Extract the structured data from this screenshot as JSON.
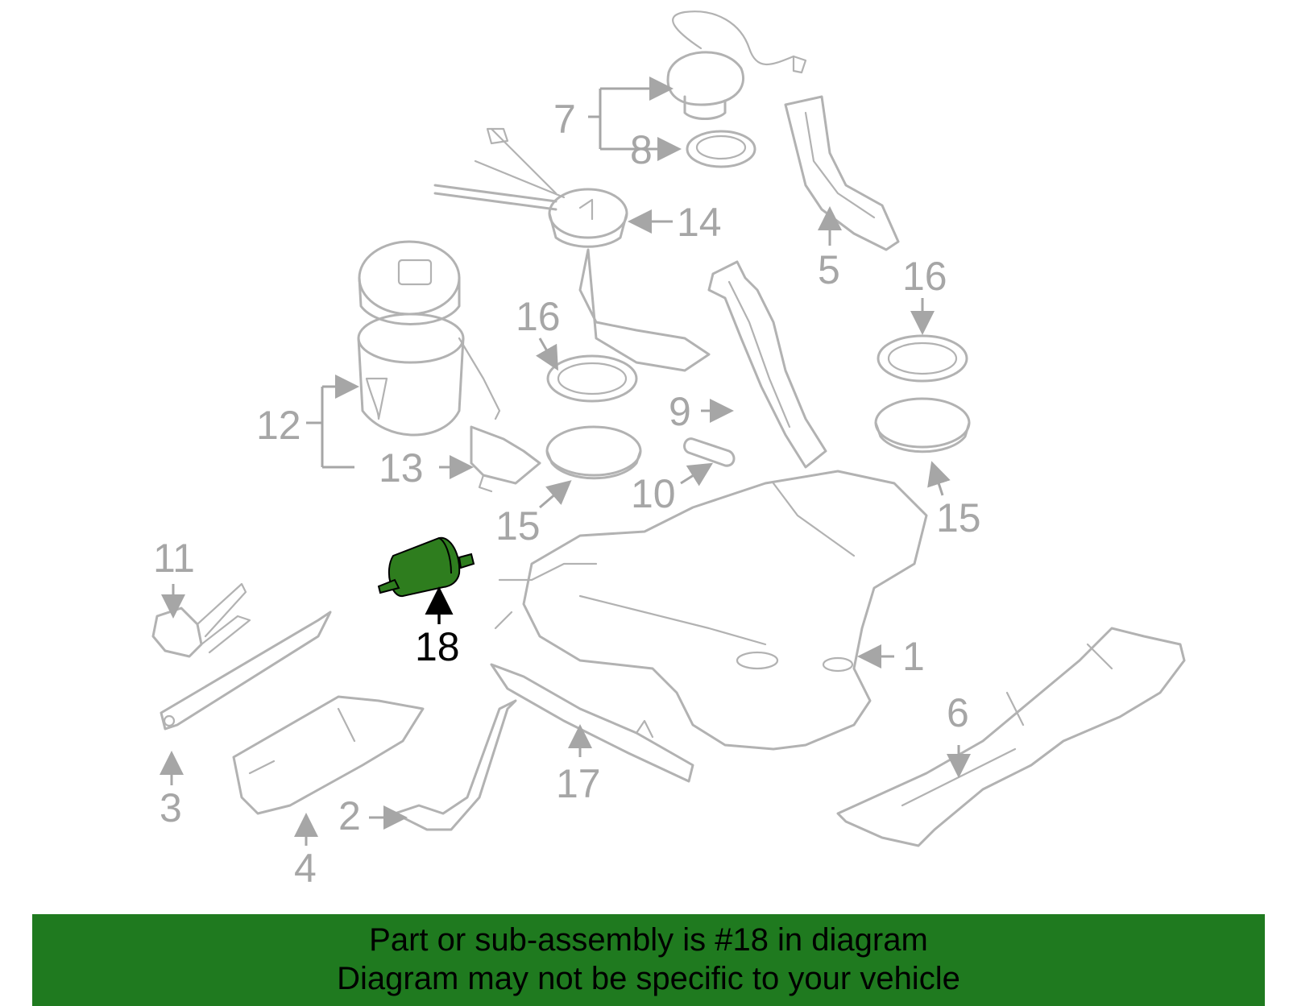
{
  "diagram": {
    "labels": {
      "l1": "1",
      "l2": "2",
      "l3": "3",
      "l4": "4",
      "l5": "5",
      "l6": "6",
      "l7": "7",
      "l8": "8",
      "l9": "9",
      "l10": "10",
      "l11": "11",
      "l12": "12",
      "l13": "13",
      "l14": "14",
      "l15a": "15",
      "l15b": "15",
      "l16a": "16",
      "l16b": "16",
      "l17": "17",
      "l18": "18"
    },
    "highlight_color": "#2e7d1e",
    "line_color": "#b2b2b2"
  },
  "banner": {
    "line1": "Part or sub-assembly is #18 in diagram",
    "line2": "Diagram may not be specific to your vehicle",
    "background": "#1f7a1f"
  }
}
